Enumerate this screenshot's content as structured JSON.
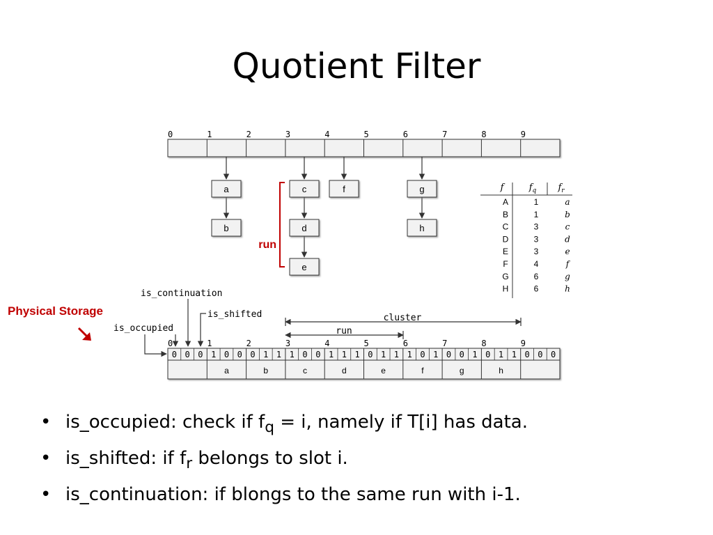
{
  "title": "Quotient Filter",
  "top_indices": [
    "0",
    "1",
    "2",
    "3",
    "4",
    "5",
    "6",
    "7",
    "8",
    "9"
  ],
  "nodes": {
    "a": "a",
    "b": "b",
    "c": "c",
    "d": "d",
    "e": "e",
    "f": "f",
    "g": "g",
    "h": "h"
  },
  "run_label": "run",
  "physical_storage_label": "Physical Storage",
  "table": {
    "headers": {
      "f": "f",
      "fq_base": "f",
      "fq_sub": "q",
      "fr_base": "f",
      "fr_sub": "r"
    },
    "rows": [
      {
        "f": "A",
        "fq": "1",
        "fr": "a"
      },
      {
        "f": "B",
        "fq": "1",
        "fr": "b"
      },
      {
        "f": "C",
        "fq": "3",
        "fr": "c"
      },
      {
        "f": "D",
        "fq": "3",
        "fr": "d"
      },
      {
        "f": "E",
        "fq": "3",
        "fr": "e"
      },
      {
        "f": "F",
        "fq": "4",
        "fr": "f"
      },
      {
        "f": "G",
        "fq": "6",
        "fr": "g"
      },
      {
        "f": "H",
        "fq": "6",
        "fr": "h"
      }
    ]
  },
  "storage": {
    "is_continuation": "is_continuation",
    "is_shifted": "is_shifted",
    "is_occupied": "is_occupied",
    "cluster": "cluster",
    "run": "run",
    "indices": [
      "0",
      "1",
      "2",
      "3",
      "4",
      "5",
      "6",
      "7",
      "8",
      "9"
    ],
    "bits": [
      "0",
      "0",
      "0",
      "1",
      "0",
      "0",
      "0",
      "1",
      "1",
      "1",
      "0",
      "0",
      "1",
      "1",
      "1",
      "0",
      "1",
      "1",
      "1",
      "0",
      "1",
      "0",
      "0",
      "1",
      "0",
      "1",
      "1",
      "0",
      "0",
      "0"
    ],
    "remainders": [
      "",
      "a",
      "b",
      "c",
      "d",
      "e",
      "f",
      "g",
      "h",
      ""
    ]
  },
  "bullets": [
    {
      "pre": "is_occupied:  check if f",
      "sub": "q",
      "post": " = i, namely if T[i] has data."
    },
    {
      "pre": "is_shifted: if f",
      "sub": "r",
      "post": " belongs to slot i."
    },
    {
      "pre": "is_continuation: if blongs to the same run with i-1.",
      "sub": "",
      "post": ""
    }
  ],
  "colors": {
    "accent_red": "#c00000",
    "box_fill": "#f2f2f2",
    "stroke": "#333333"
  }
}
